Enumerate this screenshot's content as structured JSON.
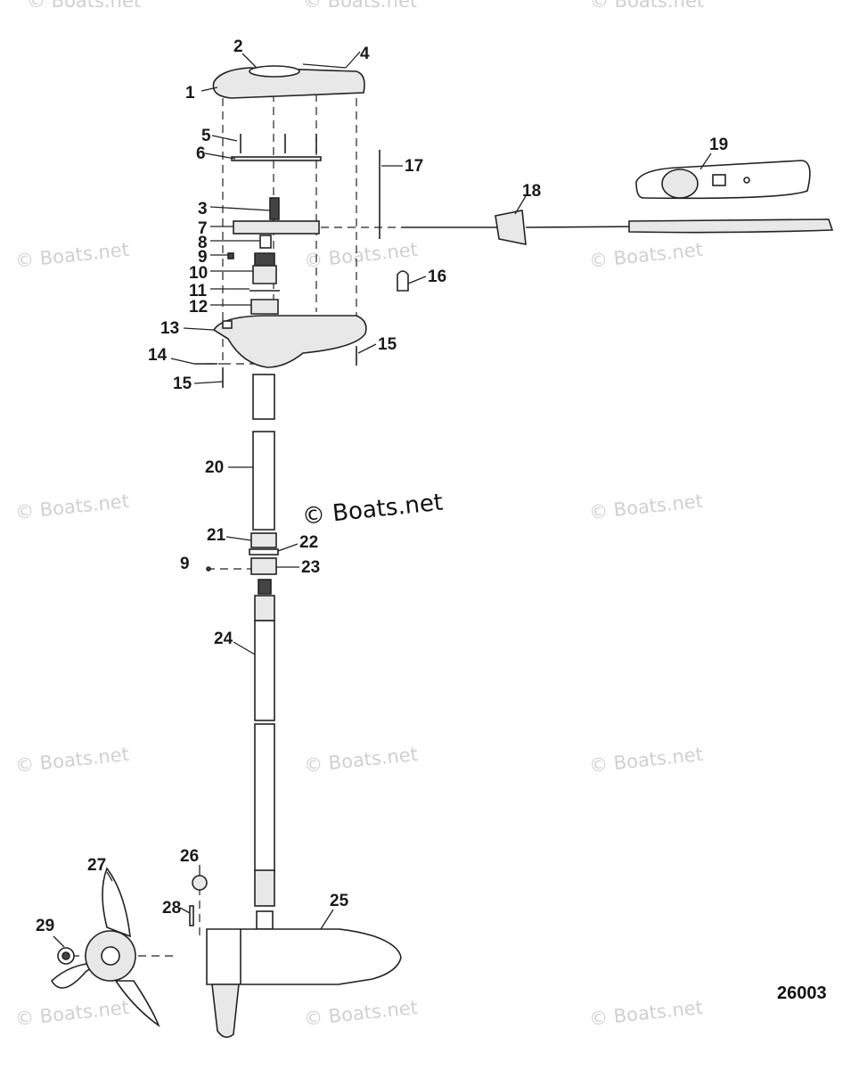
{
  "watermarks": {
    "text": "© Boats.net",
    "center_text": "© Boats.net"
  },
  "figure_number": "26003",
  "callouts": [
    "1",
    "2",
    "3",
    "4",
    "5",
    "6",
    "7",
    "8",
    "9",
    "10",
    "11",
    "12",
    "13",
    "14",
    "15",
    "15",
    "16",
    "17",
    "18",
    "19",
    "20",
    "21",
    "22",
    "9",
    "23",
    "24",
    "25",
    "26",
    "27",
    "28",
    "29"
  ]
}
